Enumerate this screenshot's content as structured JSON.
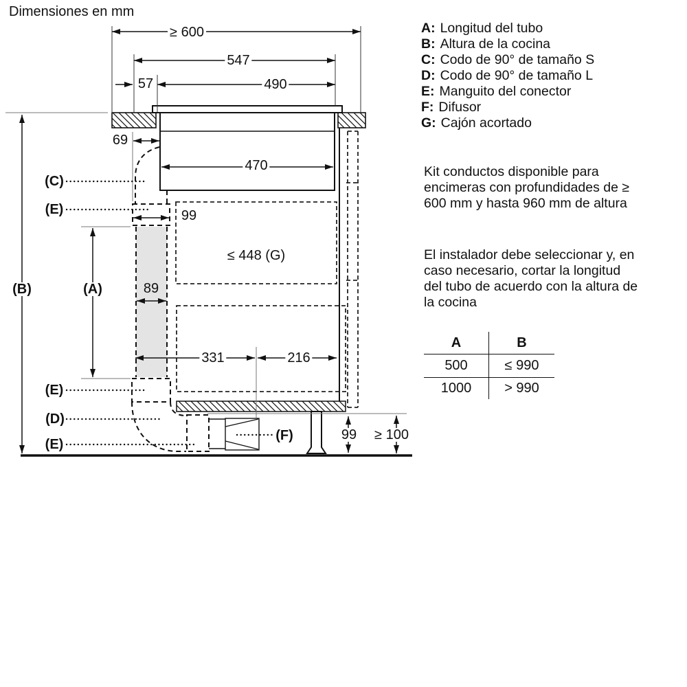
{
  "title": "Dimensiones en mm",
  "colors": {
    "line": "#111111",
    "tube_fill": "#e4e4e4",
    "ref_line": "#777777"
  },
  "legend": {
    "items": [
      {
        "key": "A:",
        "label": "Longitud del tubo"
      },
      {
        "key": "B:",
        "label": "Altura de la cocina"
      },
      {
        "key": "C:",
        "label": "Codo de 90° de tamaño S"
      },
      {
        "key": "D:",
        "label": "Codo de 90° de tamaño L"
      },
      {
        "key": "E:",
        "label": "Manguito del conector"
      },
      {
        "key": "F:",
        "label": "Difusor"
      },
      {
        "key": "G:",
        "label": "Cajón acortado"
      }
    ]
  },
  "notes": [
    {
      "lines": [
        "Kit conductos disponible para",
        "encimeras con profundidades de ≥",
        "600 mm y hasta 960 mm de altura"
      ]
    },
    {
      "lines": [
        "El instalador debe seleccionar y, en",
        "caso necesario, cortar la longitud",
        "del tubo de acuerdo con la altura de",
        "la cocina"
      ]
    }
  ],
  "table": {
    "headers": [
      "A",
      "B"
    ],
    "rows": [
      [
        "500",
        "≤ 990"
      ],
      [
        "1000",
        "> 990"
      ]
    ]
  },
  "dims": {
    "niche_width": "≥ 600",
    "hob_width": "547",
    "front_offset": "57",
    "cutout_width": "490",
    "body_width": "470",
    "duct_offset": "69",
    "connector_width": "99",
    "drawer_depth": "≤ 448 (G)",
    "duct_depth": "89",
    "duct_to_center": "331",
    "center_to_wall": "216",
    "outlet_height": "99",
    "plinth_height": "≥ 100"
  },
  "part_labels": {
    "a": "(A)",
    "b": "(B)",
    "c": "(C)",
    "d": "(D)",
    "e": "(E)",
    "f": "(F)"
  }
}
